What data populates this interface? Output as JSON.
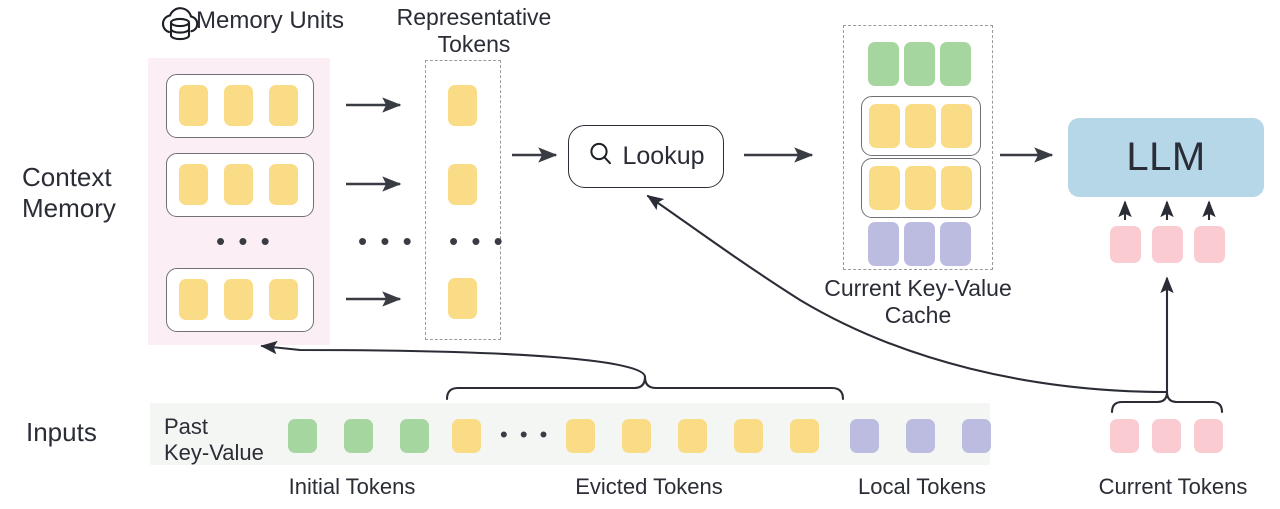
{
  "figure": {
    "title": "Context memory lookup with LLM key-value cache",
    "type": "diagram"
  },
  "row_labels": {
    "context_memory": "Context\nMemory",
    "inputs": "Inputs"
  },
  "memory_units": {
    "label": "Memory Units",
    "icon": "cloud-database-icon",
    "unit_count": 3,
    "tokens_per_unit": 3,
    "token_color": "#FADB86",
    "ellipsis": "• • •",
    "background": "#FBEEF4"
  },
  "representative_tokens": {
    "label": "Representative\nTokens",
    "token_count": 3,
    "token_color": "#FADB86",
    "ellipsis": "• • •",
    "border_style": "dashed"
  },
  "arrows_label": {
    "ellipsis": "• • •"
  },
  "lookup": {
    "label": "Lookup",
    "icon": "magnifier-icon"
  },
  "kv_cache": {
    "label": "Current Key-Value\nCache",
    "border_style": "dashed",
    "rows": [
      {
        "name": "initial-tokens-row",
        "color": "#A5D6A0",
        "count": 3,
        "boxed": false
      },
      {
        "name": "retrieved-memory-unit-row-1",
        "color": "#FADB86",
        "count": 3,
        "boxed": true
      },
      {
        "name": "retrieved-memory-unit-row-2",
        "color": "#FADB86",
        "count": 3,
        "boxed": true
      },
      {
        "name": "local-tokens-row",
        "color": "#BCBCE0",
        "count": 3,
        "boxed": false
      }
    ]
  },
  "llm": {
    "label": "LLM",
    "color": "#B5D7E8"
  },
  "llm_input_tokens": {
    "count": 3,
    "color": "#FACCD2"
  },
  "inputs": {
    "strip_label": "Past\nKey-Value",
    "background": "#F4F6F4",
    "groups": [
      {
        "name": "initial-tokens",
        "caption": "Initial Tokens",
        "color": "#A5D6A0",
        "count": 3
      },
      {
        "name": "evicted-tokens",
        "caption": "Evicted Tokens",
        "color": "#FADB86",
        "count": 7,
        "ellipsis_after_index": 1
      },
      {
        "name": "local-tokens",
        "caption": "Local Tokens",
        "color": "#BCBCE0",
        "count": 3
      },
      {
        "name": "current-tokens",
        "caption": "Current Tokens",
        "color": "#FACCD2",
        "count": 3
      }
    ],
    "ellipsis": "• • •"
  },
  "colors": {
    "yellow": "#FADB86",
    "green": "#A5D6A0",
    "purple": "#BCBCE0",
    "pink": "#FACCD2",
    "blue": "#B5D7E8",
    "memory_bg": "#FBEEF4",
    "inputs_bg": "#F4F6F4",
    "stroke": "#2b2d36",
    "dashed_stroke": "#9a9a9a"
  }
}
